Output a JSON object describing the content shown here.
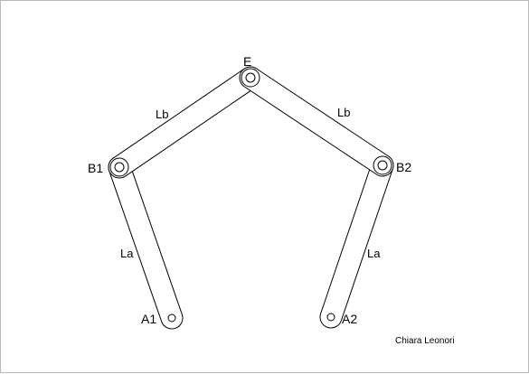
{
  "joints": {
    "E": "E",
    "B1": "B1",
    "B2": "B2",
    "A1": "A1",
    "A2": "A2"
  },
  "links": {
    "left_upper": "Lb",
    "right_upper": "Lb",
    "left_lower": "La",
    "right_lower": "La"
  },
  "credit": "Chiara Leonori"
}
